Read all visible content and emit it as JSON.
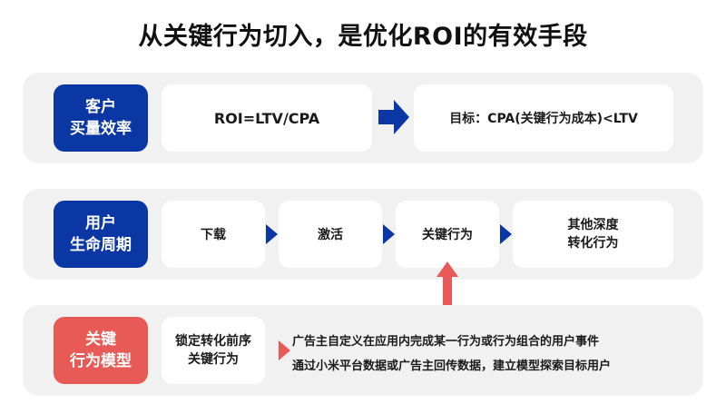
{
  "title": "从关键行为切入，是优化ROI的有效手段",
  "colors": {
    "primary_blue": "#0a37a3",
    "accent_red": "#e85a55",
    "panel_bg": "#f1f1f1",
    "card_bg": "#ffffff"
  },
  "rows": [
    {
      "label": [
        "客户",
        "买量效率"
      ],
      "label_color": "blue",
      "cards": [
        {
          "lines": [
            "ROI=LTV/CPA"
          ]
        },
        {
          "lines": [
            "目标：CPA(关键行为成本)<LTV"
          ]
        }
      ],
      "connector": "block-arrow-right-icon"
    },
    {
      "label": [
        "用户",
        "生命周期"
      ],
      "label_color": "blue",
      "cards": [
        {
          "lines": [
            "下载"
          ]
        },
        {
          "lines": [
            "激活"
          ]
        },
        {
          "lines": [
            "关键行为"
          ]
        },
        {
          "lines": [
            "其他深度",
            "转化行为"
          ]
        }
      ],
      "connector": "triangle-right-icon"
    },
    {
      "label": [
        "关键",
        "行为模型"
      ],
      "label_color": "red",
      "cards": [
        {
          "lines": [
            "锁定转化前序",
            "关键行为"
          ]
        }
      ],
      "connector": "triangle-right-icon",
      "description": [
        "广告主自定义在应用内完成某一行为或行为组合的用户事件",
        "通过小米平台数据或广告主回传数据，建立模型探索目标用户"
      ]
    }
  ],
  "up_arrow": {
    "icon": "arrow-up-icon",
    "from": "关键行为模型",
    "to": "关键行为"
  }
}
